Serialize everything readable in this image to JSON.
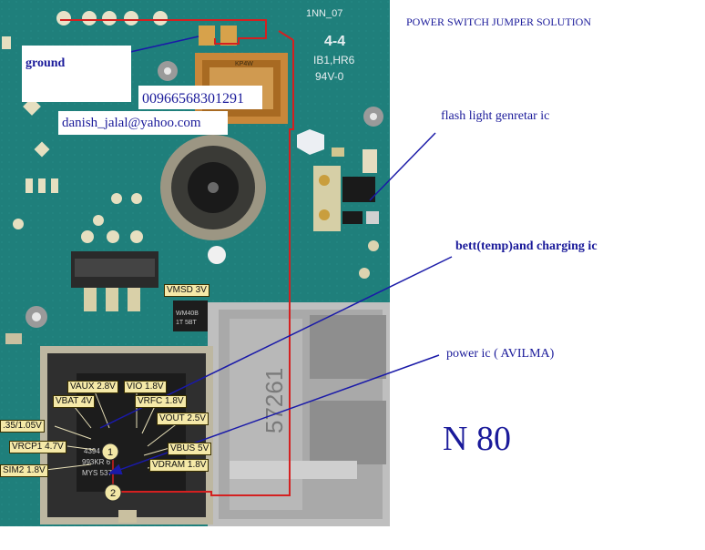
{
  "title": "POWER SWITCH JUMPER SOLUTION",
  "model": "N 80",
  "contact": {
    "phone": "00966568301291",
    "email": "danish_jalal@yahoo.com"
  },
  "annotations": {
    "ground": "ground",
    "flash": "flash light genretar ic",
    "battery": "bett(temp)and charging ic",
    "power": "power ic ( AVILMA)"
  },
  "board_markings": {
    "ref": "1NN_07",
    "code1": "4-4",
    "code2": "IB1,HR6",
    "code3": "94V-0",
    "serial": "57261",
    "chip1": "KP4W",
    "chip2": "WM40B",
    "chip3": "1T 5BT",
    "chip4": "4394",
    "chip5": "993KR 6",
    "chip6": "MYS 537"
  },
  "voltage_labels": {
    "vmsd": "VMSD 3V",
    "vaux": "VAUX 2.8V",
    "vio": "VIO 1.8V",
    "vbat": "VBAT 4V",
    "vrfc": "VRFC 1.8V",
    "vcore": ".35/1.05V",
    "vout": "VOUT 2.5V",
    "vrcp1": "VRCP1 4.7V",
    "vbus": "VBUS 5V",
    "vsim2": "SIM2 1.8V",
    "vdram": "VDRAM 1.8V"
  },
  "jumper_points": [
    "1",
    "2"
  ],
  "colors": {
    "pcb": "#1f7f7b",
    "jumper_wire": "#d42020",
    "pointer_line": "#1a1aa8",
    "label_text": "#1a1a9a",
    "board_tag_bg": "#f5e9a8"
  }
}
